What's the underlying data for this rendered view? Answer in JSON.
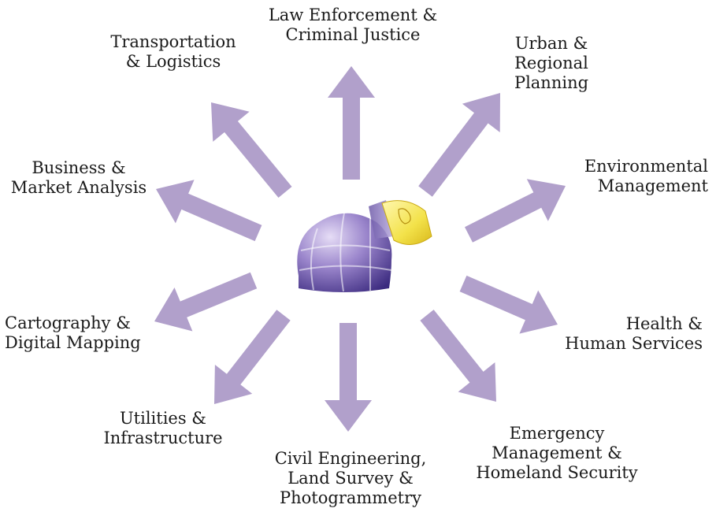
{
  "colors": {
    "arrow": "#b1a0cb",
    "globe_light": "#d9cff0",
    "globe_mid": "#8a72c2",
    "globe_dark": "#3b2a7f",
    "map_tile": "#f3e24a"
  },
  "center": {
    "icon": "globe-map-icon"
  },
  "labels": {
    "law": [
      "Law Enforcement &",
      "Criminal Justice"
    ],
    "urban": [
      "Urban &",
      "Regional",
      "Planning"
    ],
    "environmental": [
      "Environmental",
      "Management"
    ],
    "health": [
      "Health &",
      "Human Services"
    ],
    "emergency": [
      "Emergency",
      "Management &",
      "Homeland Security"
    ],
    "civil": [
      "Civil Engineering,",
      "Land Survey &",
      "Photogrammetry"
    ],
    "utilities": [
      "Utilities &",
      "Infrastructure"
    ],
    "cartography": [
      "Cartography &",
      "Digital Mapping"
    ],
    "business": [
      "Business &",
      "Market Analysis"
    ],
    "transportation": [
      "Transportation",
      "& Logistics"
    ]
  }
}
